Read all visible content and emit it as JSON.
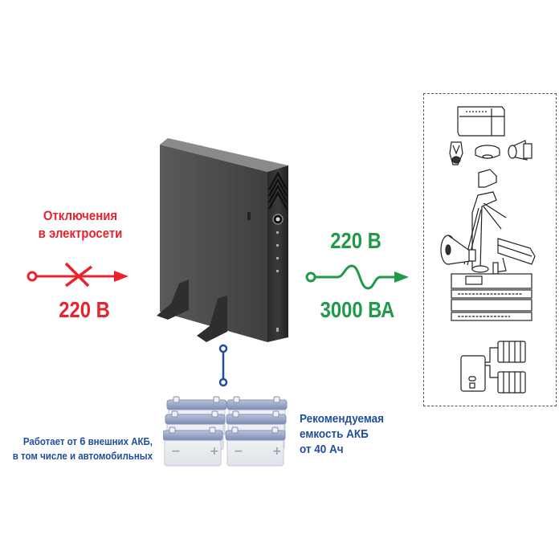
{
  "diagram": {
    "type": "ups-infographic",
    "colors": {
      "input_red": "#e8232b",
      "output_green": "#1f9a48",
      "battery_blue": "#1f4f9c",
      "ups_body": "#4a4a4a",
      "loads_border": "#555555"
    },
    "input": {
      "title_line1": "Отключения",
      "title_line2": "в электросети",
      "voltage": "220 В",
      "icon": "broken-power-line-arrow-icon"
    },
    "output": {
      "voltage": "220 В",
      "power": "3000 ВА",
      "icon": "sine-wave-arrow-icon"
    },
    "device": {
      "name": "UPS tower unit",
      "icon": "ups-device-icon"
    },
    "batteries": {
      "count": 6,
      "note_line1_prefix": "Работает от ",
      "note_line1_count": "6",
      "note_line1_suffix": " внешних АКБ,",
      "note_line2": "в том числе и автомобильных",
      "capacity_line1": "Рекомендуемая",
      "capacity_line2": "емкость АКБ",
      "capacity_line3": "от 40 Ач",
      "minus_sign": "−",
      "plus_sign": "+"
    },
    "loads": {
      "items": [
        "security-alarm-panel-icon",
        "motion-sensor-icon",
        "smoke-detector-icon",
        "siren-speaker-icon",
        "card-reader-icon",
        "turnstile-icon",
        "loudspeaker-horn-icon",
        "cctv-camera-icon",
        "rack-equipment-icon",
        "boiler-with-radiators-icon"
      ]
    }
  }
}
